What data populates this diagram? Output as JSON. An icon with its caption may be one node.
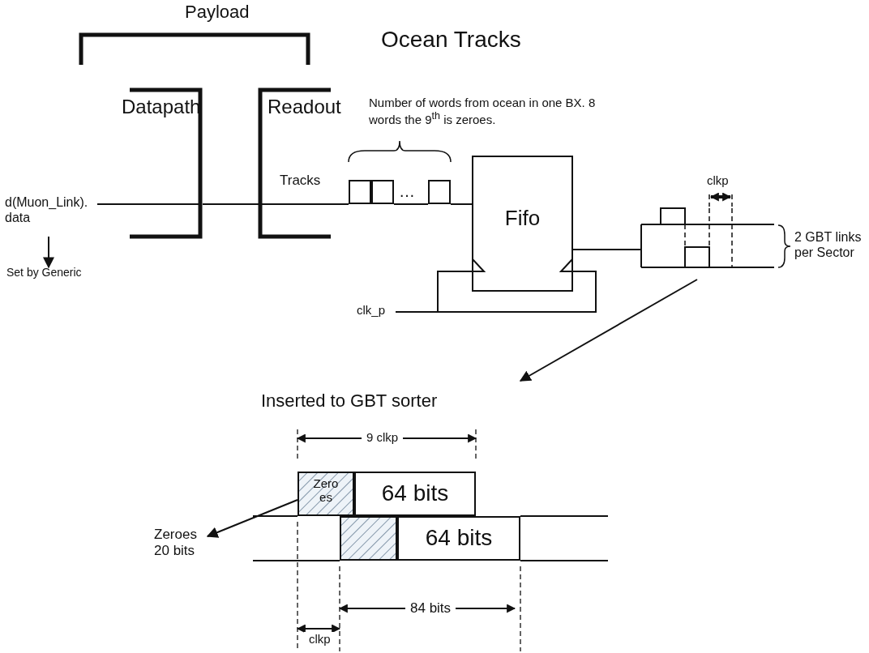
{
  "diagram": {
    "title": "Ocean Tracks",
    "nodes": [
      {
        "text": [
          "d(Muon_Link). data"
        ]
      },
      {
        "text": [
          "Datapath"
        ]
      },
      {
        "text": [
          "Readout"
        ]
      },
      {
        "text": [],
        "shape": "box"
      },
      {
        "text": [],
        "shape": "box"
      },
      {
        "text": [],
        "shape": "box"
      },
      {
        "text": [
          "Fifo"
        ]
      },
      {
        "text": [
          "Set by Generic"
        ]
      },
      {
        "text": [
          "clk_p"
        ]
      },
      {
        "text": [],
        "shape": "picture"
      },
      {
        "text": [
          "Inserted to GBT sorter"
        ]
      },
      {
        "text": [
          "Zero es"
        ],
        "in": 10
      },
      {
        "text": [
          "64 bits"
        ],
        "in": 10
      },
      {
        "text": [],
        "shape": "box",
        "in": 10
      },
      {
        "text": [
          "64 bits"
        ],
        "in": 10
      },
      {
        "text": [
          "Zeroes 20 bits"
        ]
      }
    ],
    "edges": [
      {
        "from": 0,
        "to": 1,
        "arrow": "none"
      },
      {
        "from": 1,
        "to": 2,
        "arrow": "none"
      },
      {
        "from": 2,
        "to": 3,
        "arrow": "none"
      },
      {
        "from": 4,
        "to": 5,
        "arrow": "none"
      },
      {
        "from": 5,
        "to": 6,
        "arrow": "none"
      },
      {
        "from": 0,
        "to": 7,
        "arrow": "to"
      },
      {
        "from": 8,
        "to": 6,
        "arrow": "none"
      },
      {
        "from": 6,
        "to": 9,
        "arrow": "none"
      },
      {
        "from": 9,
        "to": 10,
        "arrow": "to"
      },
      {
        "from": 11,
        "to": 15,
        "arrow": "to"
      }
    ],
    "labels": [
      "Payload",
      "Number of words from ocean in one BX. 8 words the 9$^{th}$ is zeroes.",
      "Tracks",
      "…",
      "clkp",
      "2 GBT links per Sector",
      "9 clkp",
      "84 bits",
      "clkp"
    ]
  }
}
